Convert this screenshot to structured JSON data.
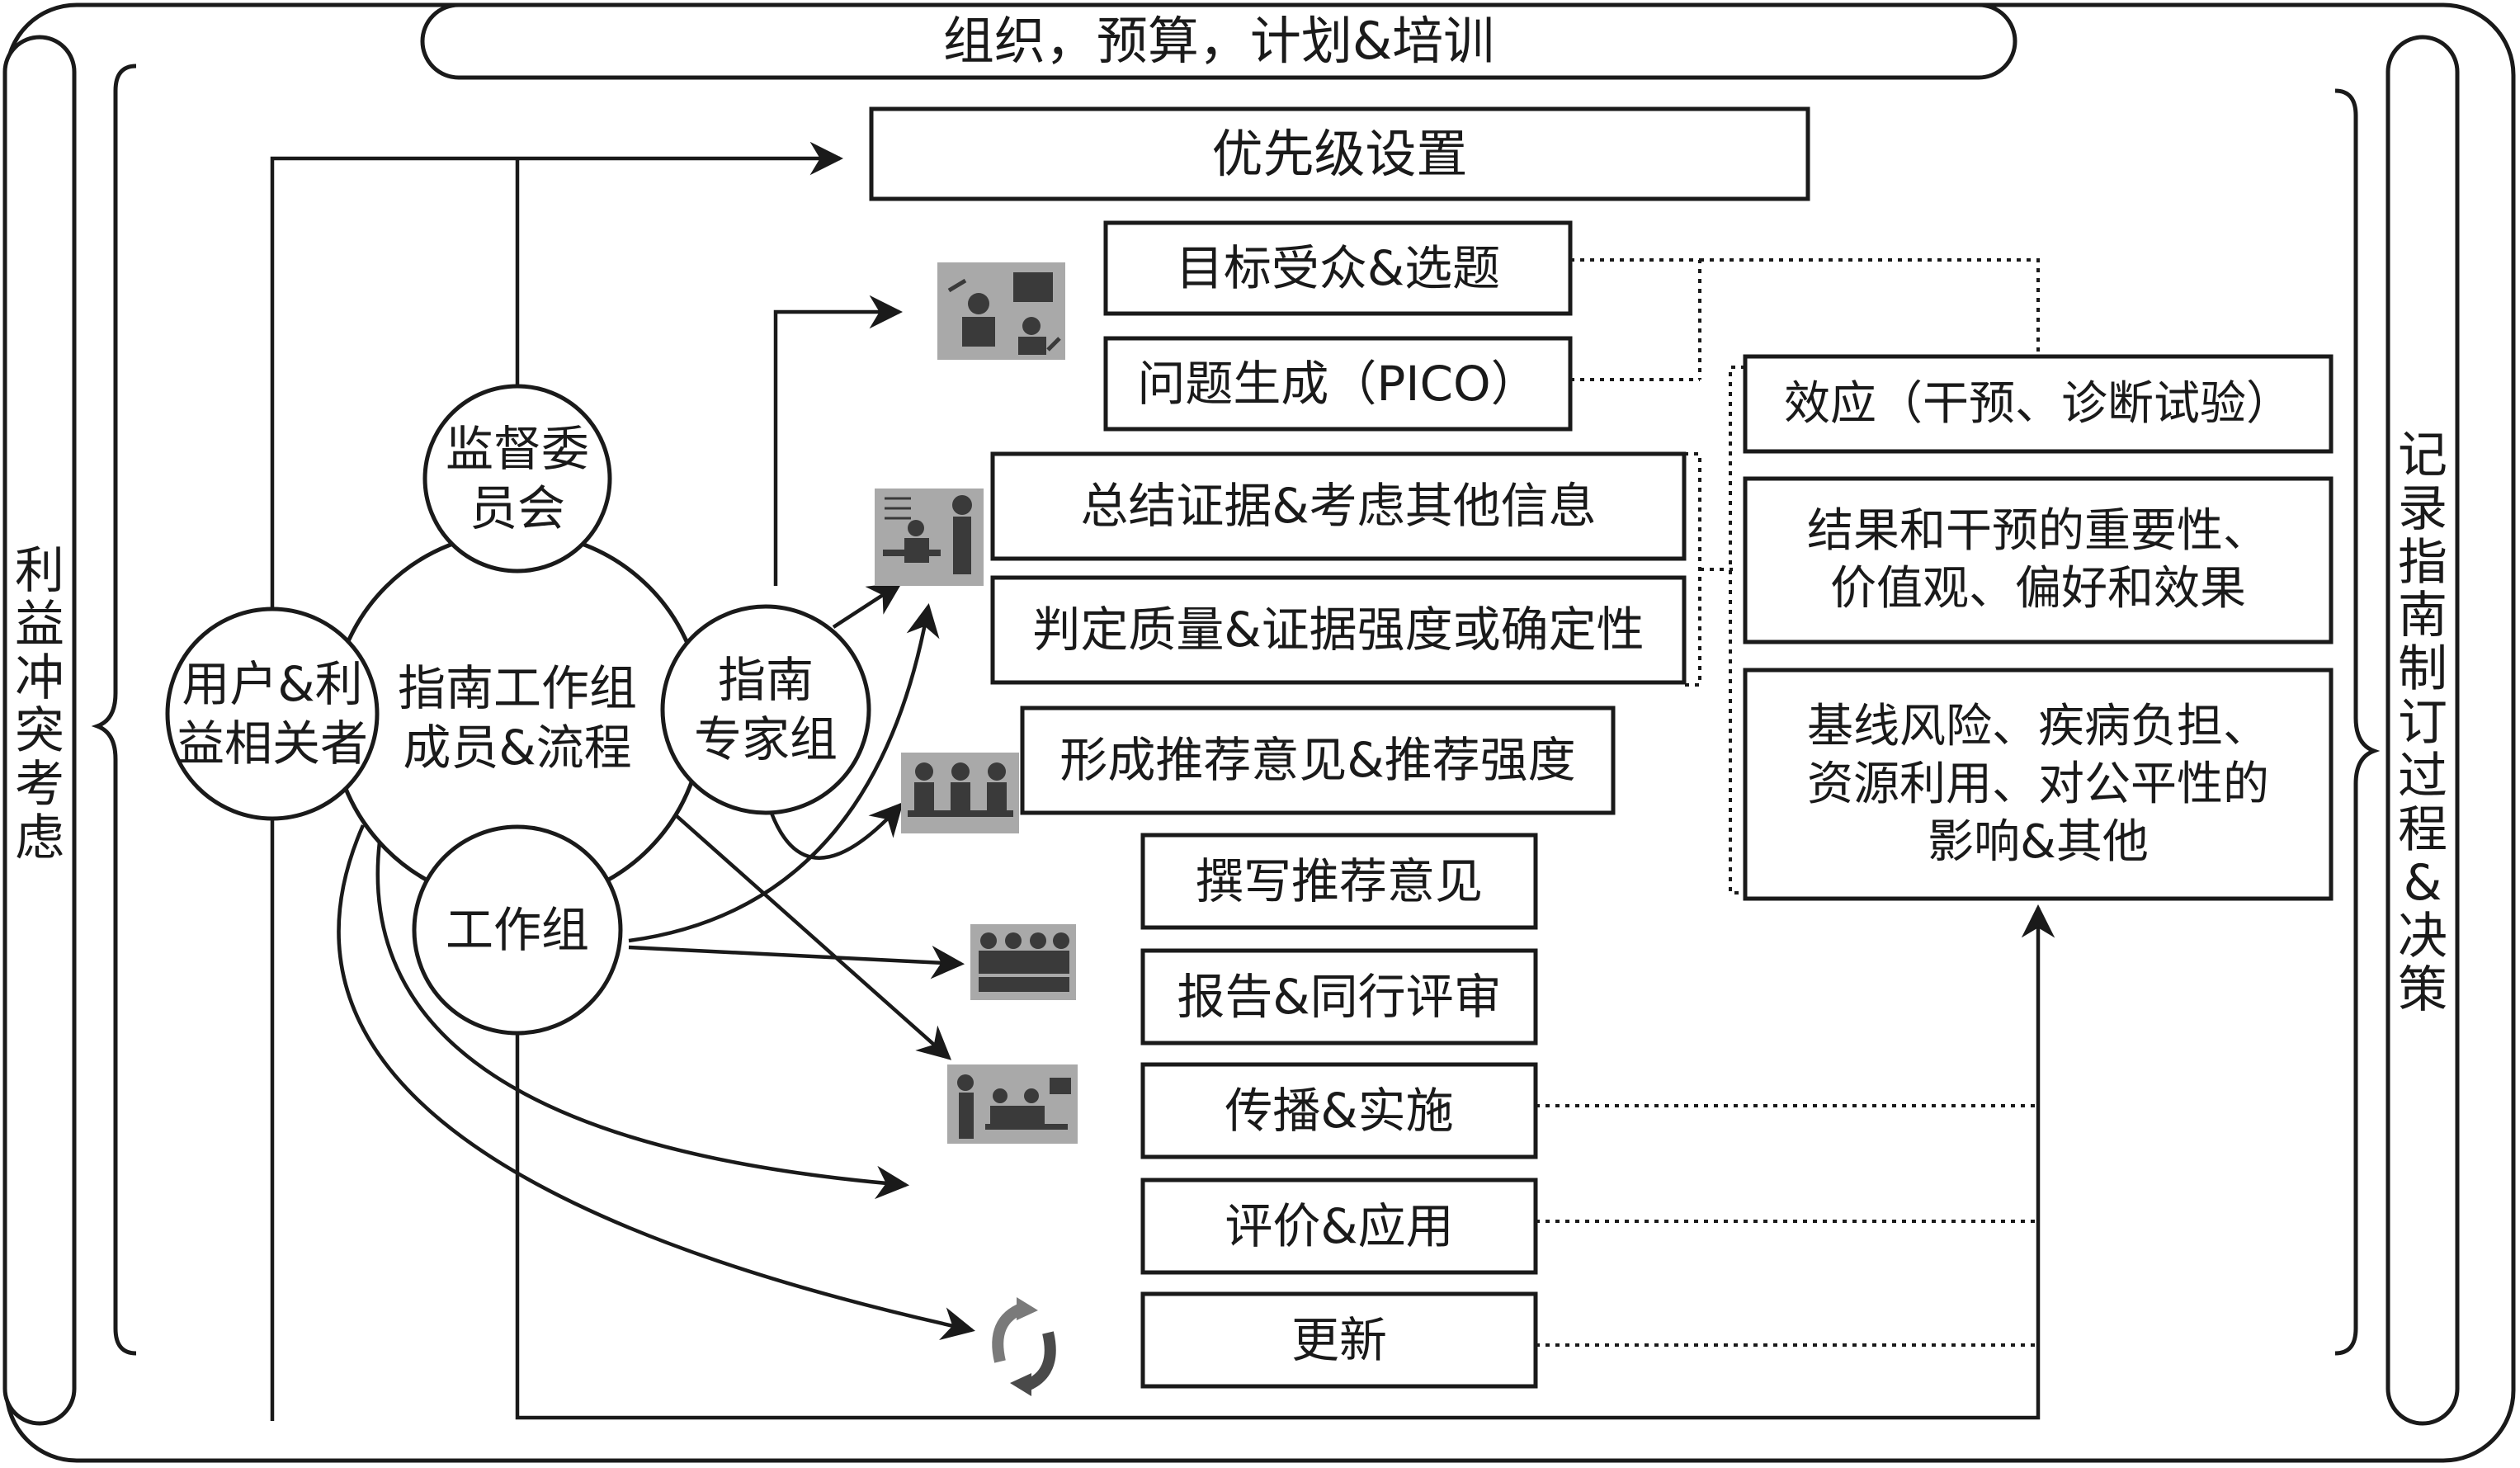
{
  "frame": {
    "top_banner": "组织，预算，计划&培训",
    "left_label": "利益冲突考虑",
    "right_label": "记录指南制订过程&决策"
  },
  "circles": {
    "oversight": "监督委\n员会",
    "center": "指南工作组\n成员&流程",
    "users": "用户&利\n益相关者",
    "experts": "指南\n专家组",
    "workgroup": "工作组"
  },
  "steps": [
    "优先级设置",
    "目标受众&选题",
    "问题生成（PICO）",
    "总结证据&考虑其他信息",
    "判定质量&证据强度或确定性",
    "形成推荐意见&推荐强度",
    "撰写推荐意见",
    "报告&同行评审",
    "传播&实施",
    "评价&应用",
    "更新"
  ],
  "factors": [
    "效应（干预、诊断试验）",
    "结果和干预的重要性、\n价值观、偏好和效果",
    "基线风险、疾病负担、\n资源利用、对公平性的\n影响&其他"
  ],
  "icons": [
    "team-meeting-icon",
    "presenter-icon",
    "panel-discussion-icon",
    "audience-icon",
    "group-work-icon",
    "refresh-cycle-icon"
  ],
  "colors": {
    "line": "#1a1a1a",
    "icon_bg": "#a9a9a9",
    "icon_fg": "#3a3a3a"
  }
}
